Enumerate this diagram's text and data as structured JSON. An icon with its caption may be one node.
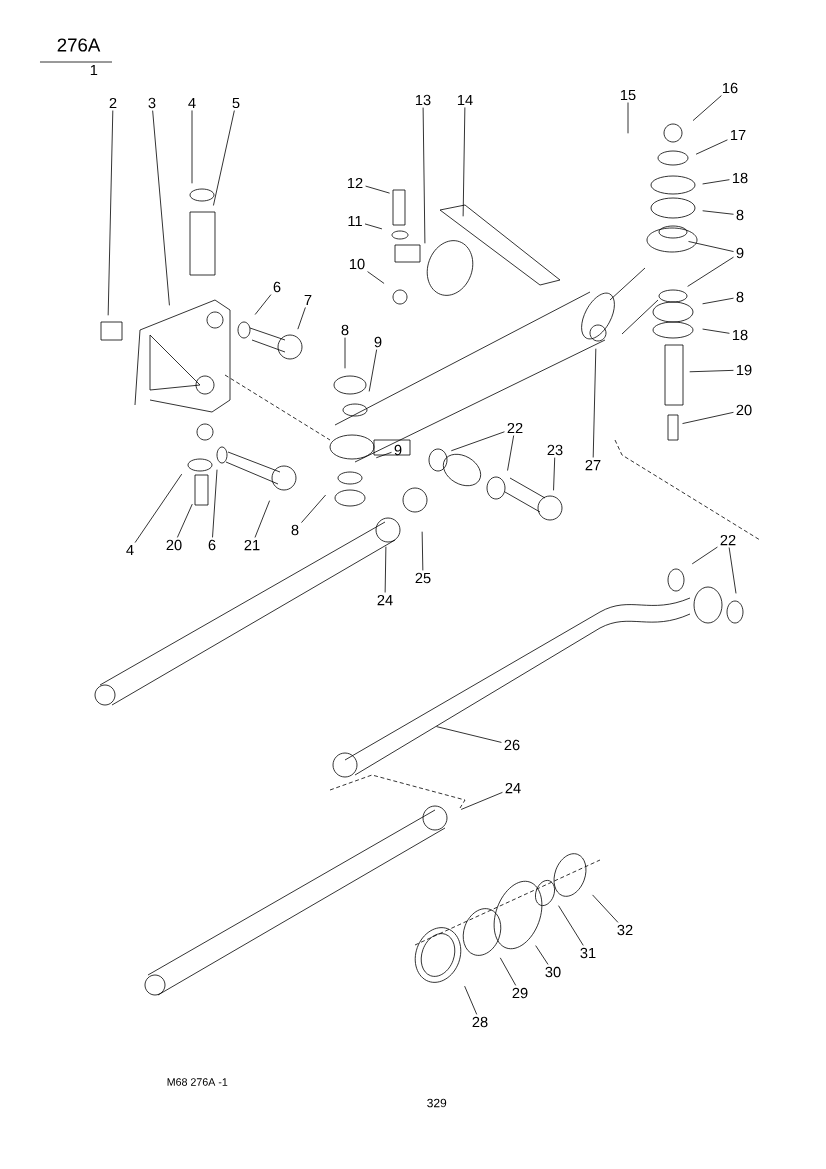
{
  "diagram": {
    "nodes": [
      {
        "text": [
          "2"
        ]
      },
      {
        "text": [
          "3"
        ]
      },
      {
        "text": [
          "4"
        ]
      },
      {
        "text": [
          "5"
        ]
      },
      {
        "text": [
          "6"
        ]
      },
      {
        "text": [
          "7"
        ]
      },
      {
        "text": [
          "12"
        ]
      },
      {
        "text": [
          "11"
        ]
      },
      {
        "text": [
          "10"
        ]
      },
      {
        "text": [
          "13"
        ]
      },
      {
        "text": [
          "14"
        ]
      },
      {
        "text": [
          "15"
        ]
      },
      {
        "text": [
          "16"
        ]
      },
      {
        "text": [
          "17"
        ]
      },
      {
        "text": [
          "18"
        ]
      },
      {
        "text": [
          "8"
        ]
      },
      {
        "text": [
          "9"
        ]
      },
      {
        "text": [
          "8"
        ]
      },
      {
        "text": [
          "18"
        ]
      },
      {
        "text": [
          "19"
        ]
      },
      {
        "text": [
          "20"
        ]
      },
      {
        "text": [
          "8"
        ]
      },
      {
        "text": [
          "9"
        ]
      },
      {
        "text": [
          "9"
        ]
      },
      {
        "text": [
          "8"
        ]
      },
      {
        "text": [
          "21"
        ]
      },
      {
        "text": [
          "6"
        ]
      },
      {
        "text": [
          "20"
        ]
      },
      {
        "text": [
          "4"
        ]
      },
      {
        "text": [
          "22"
        ]
      },
      {
        "text": [
          "23"
        ]
      },
      {
        "text": [
          "27"
        ]
      },
      {
        "text": [
          "24"
        ]
      },
      {
        "text": [
          "25"
        ]
      },
      {
        "text": [
          "22"
        ]
      },
      {
        "text": [
          "26"
        ]
      },
      {
        "text": [
          "24"
        ]
      },
      {
        "text": [
          "32"
        ]
      },
      {
        "text": [
          "31"
        ]
      },
      {
        "text": [
          "30"
        ]
      },
      {
        "text": [
          "29"
        ]
      },
      {
        "text": [
          "28"
        ]
      }
    ],
    "edges": [
      {
        "from": 0,
        "to": null,
        "arrow": "none"
      },
      {
        "from": 1,
        "to": null,
        "arrow": "none"
      },
      {
        "from": 2,
        "to": null,
        "arrow": "none"
      },
      {
        "from": 3,
        "to": null,
        "arrow": "none"
      },
      {
        "from": 4,
        "to": null,
        "arrow": "none"
      },
      {
        "from": 5,
        "to": null,
        "arrow": "none"
      },
      {
        "from": 6,
        "to": null,
        "arrow": "none"
      },
      {
        "from": 7,
        "to": null,
        "arrow": "none"
      },
      {
        "from": 8,
        "to": null,
        "arrow": "none"
      },
      {
        "from": 9,
        "to": null,
        "arrow": "none"
      },
      {
        "from": 10,
        "to": null,
        "arrow": "none"
      },
      {
        "from": 11,
        "to": null,
        "arrow": "none"
      },
      {
        "from": 12,
        "to": null,
        "arrow": "none"
      },
      {
        "from": 13,
        "to": null,
        "arrow": "none"
      },
      {
        "from": 14,
        "to": null,
        "arrow": "none"
      },
      {
        "from": 15,
        "to": null,
        "arrow": "none"
      },
      {
        "from": 16,
        "to": null,
        "arrow": "none"
      },
      {
        "from": 16,
        "to": null,
        "arrow": "none"
      },
      {
        "from": 17,
        "to": null,
        "arrow": "none"
      },
      {
        "from": 18,
        "to": null,
        "arrow": "none"
      },
      {
        "from": 19,
        "to": null,
        "arrow": "none"
      },
      {
        "from": 20,
        "to": null,
        "arrow": "none"
      },
      {
        "from": 21,
        "to": null,
        "arrow": "none"
      },
      {
        "from": 22,
        "to": null,
        "arrow": "none"
      },
      {
        "from": 23,
        "to": null,
        "arrow": "none"
      },
      {
        "from": 24,
        "to": null,
        "arrow": "none"
      },
      {
        "from": 25,
        "to": null,
        "arrow": "none"
      },
      {
        "from": 26,
        "to": null,
        "arrow": "none"
      },
      {
        "from": 27,
        "to": null,
        "arrow": "none"
      },
      {
        "from": 28,
        "to": null,
        "arrow": "none"
      },
      {
        "from": 29,
        "to": null,
        "arrow": "none"
      },
      {
        "from": 29,
        "to": null,
        "arrow": "none"
      },
      {
        "from": 30,
        "to": null,
        "arrow": "none"
      },
      {
        "from": 31,
        "to": null,
        "arrow": "none"
      },
      {
        "from": 32,
        "to": null,
        "arrow": "none"
      },
      {
        "from": 33,
        "to": null,
        "arrow": "none"
      },
      {
        "from": 34,
        "to": null,
        "arrow": "none"
      },
      {
        "from": 34,
        "to": null,
        "arrow": "none"
      },
      {
        "from": 35,
        "to": null,
        "arrow": "none"
      },
      {
        "from": 36,
        "to": null,
        "arrow": "none"
      },
      {
        "from": 37,
        "to": null,
        "arrow": "none"
      },
      {
        "from": 38,
        "to": null,
        "arrow": "none"
      },
      {
        "from": 39,
        "to": null,
        "arrow": "none"
      },
      {
        "from": 40,
        "to": null,
        "arrow": "none"
      },
      {
        "from": 41,
        "to": null,
        "arrow": "none"
      }
    ],
    "labels": [
      "276A",
      "1",
      "M68 276A -1",
      "329"
    ]
  }
}
